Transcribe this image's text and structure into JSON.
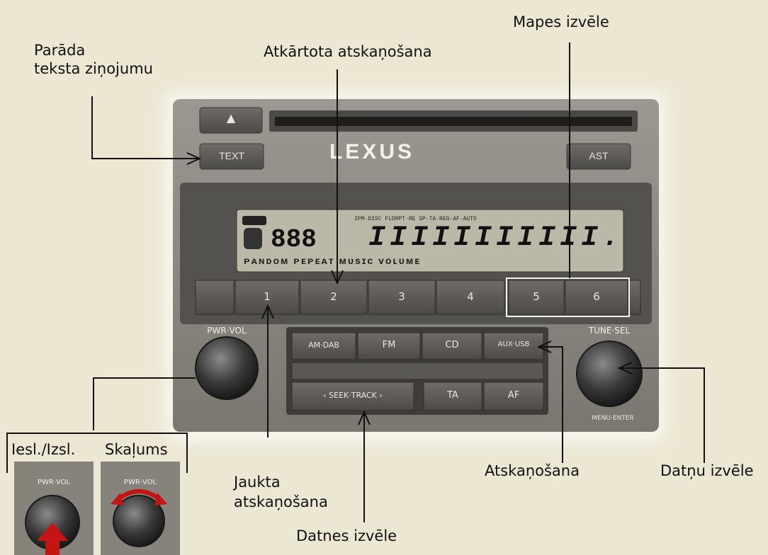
{
  "brand": "LEXUS",
  "callouts": {
    "text_display_line1": "Parāda",
    "text_display_line2": "teksta ziņojumu",
    "repeat_play": "Atkārtota atskaņošana",
    "folder_select": "Mapes izvēle",
    "power": "Iesl./Izsl.",
    "volume": "Skaļums",
    "random_line1": "Jaukta",
    "random_line2": "atskaņošana",
    "file_select": "Datnes izvēle",
    "playback": "Atskaņošana",
    "data_select": "Datņu izvēle"
  },
  "buttons": {
    "eject": "▲",
    "text": "TEXT",
    "ast": "AST",
    "presets": [
      "1",
      "2",
      "3",
      "4",
      "5",
      "6"
    ],
    "am_dab": "AM·DAB",
    "fm": "FM",
    "cd": "CD",
    "aux": "AUX·USB",
    "seek_track": "‹ SEEK·TRACK ›",
    "ta": "TA",
    "af": "AF",
    "pwr_vol": "PWR·VOL",
    "tune_sel": "TUNE·SEL",
    "menu_enter": "MENU·ENTER"
  },
  "display": {
    "digits": "888",
    "segments": "IIIIIIIIIII.",
    "bottom_text": "ᴘᴀɴᴅᴏᴍ ᴘᴇᴘᴇᴀᴛ   ᴍᴜsɪᴄ   ᴠᴏʟᴜᴍᴇ",
    "top_text": "IPM·DISC   FLDRPT·RE   SP·TA·REG·AF·AUTO"
  },
  "colors": {
    "background": "#ece7d3",
    "panel": "#8b8880",
    "arrow_red": "#c41414"
  }
}
